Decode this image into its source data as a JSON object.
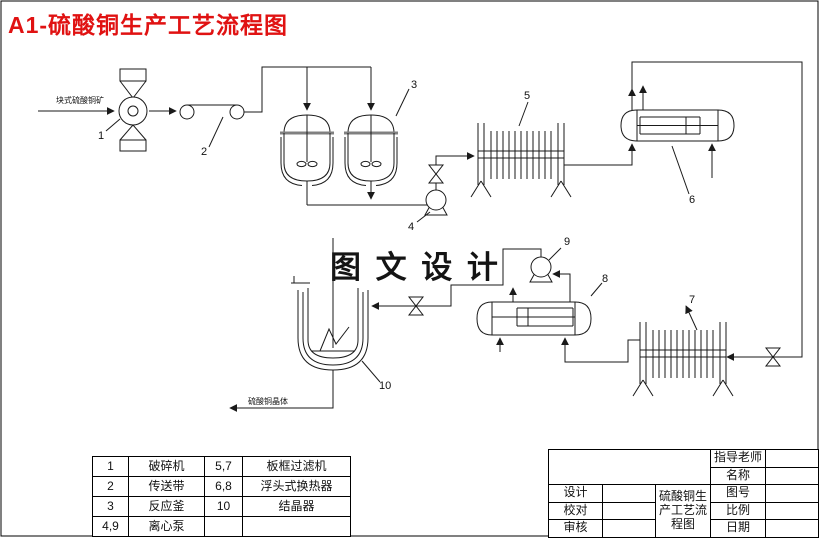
{
  "title": "A1-硫酸铜生产工艺流程图",
  "watermark": "图 文 设 计",
  "colors": {
    "title_red": "#e01212",
    "line": "#1a1a1a",
    "flange_gray": "#808080"
  },
  "diagram": {
    "feed_label": "块式硫酸铜矿",
    "product_label": "硫酸铜晶体",
    "labels": {
      "crusher": "1",
      "conveyor": "2",
      "reactor": "3",
      "pump1": "4",
      "filter1": "5",
      "hx1": "6",
      "filter2": "7",
      "hx2": "8",
      "pump2": "9",
      "crystallizer": "10"
    }
  },
  "legend": {
    "rows": [
      [
        "1",
        "破碎机",
        "5,7",
        "板框过滤机"
      ],
      [
        "2",
        "传送带",
        "6,8",
        "浮头式换热器"
      ],
      [
        "3",
        "反应釜",
        "10",
        "结晶器"
      ],
      [
        "4,9",
        "离心泵",
        "",
        ""
      ]
    ]
  },
  "title_block": {
    "advisor_label": "指导老师",
    "name_label": "名称",
    "design_label": "设计",
    "check_label": "校对",
    "audit_label": "审核",
    "drawing_no_label": "图号",
    "scale_label": "比例",
    "date_label": "日期",
    "drawing_title": "硫酸铜生产工艺流程图"
  }
}
